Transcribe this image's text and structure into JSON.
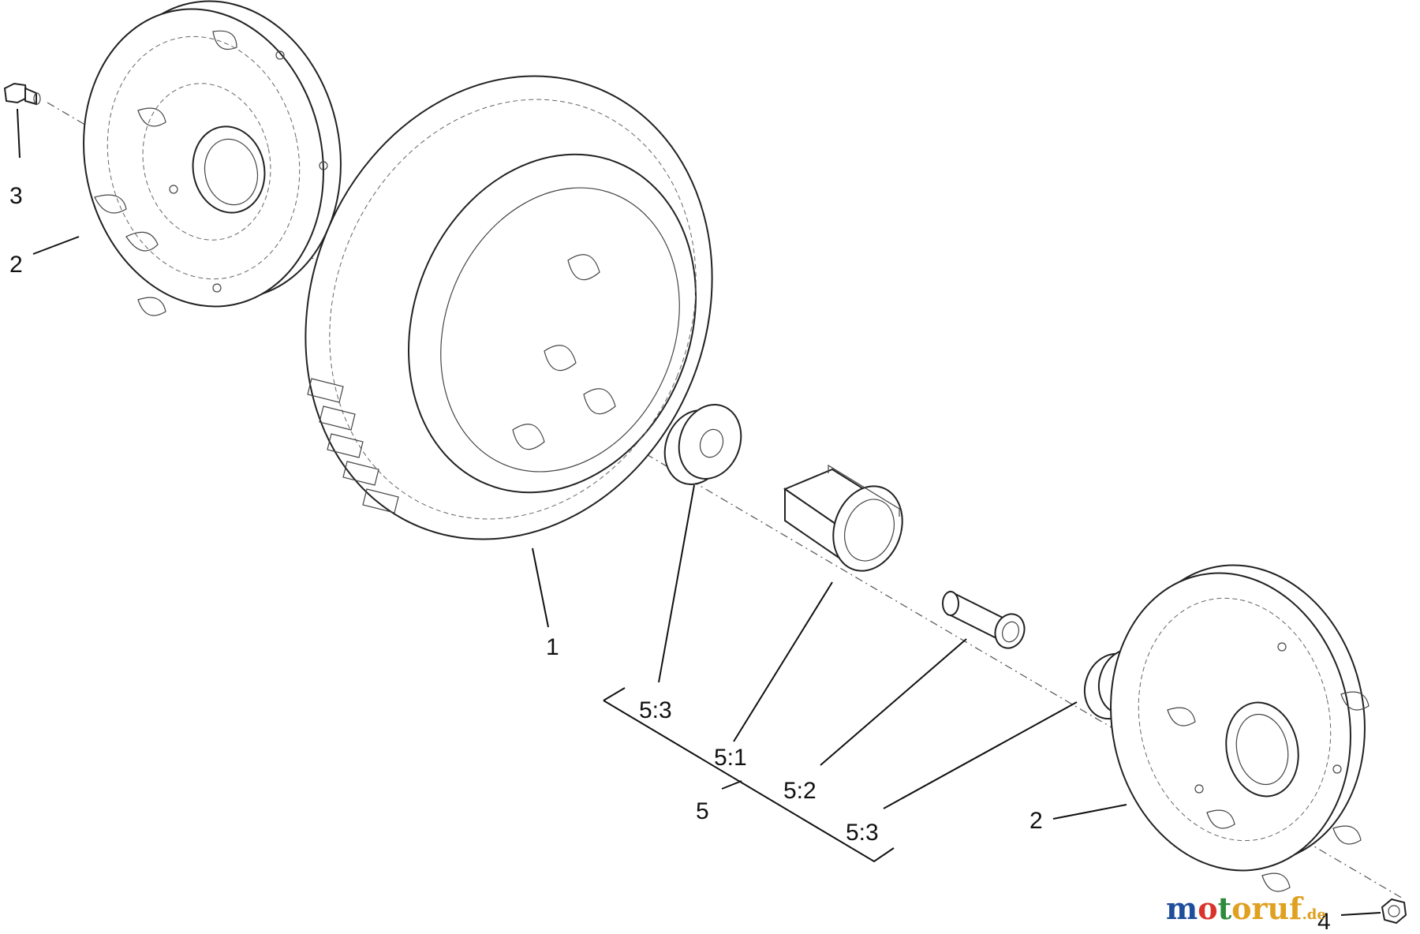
{
  "callouts": {
    "tire": "1",
    "hubcap_left": "2",
    "hubcap_right": "2",
    "bolt": "3",
    "nut": "4",
    "wheel_assembly": "5",
    "spacer_left": "5:3",
    "hub": "5:1",
    "bushing": "5:2",
    "spacer_right": "5:3"
  },
  "watermark": {
    "text": "motoruf",
    "suffix": ".de"
  },
  "colors": {
    "line": "#111111",
    "watermark_m": "#1f4e9c",
    "watermark_o": "#d9342b",
    "watermark_t": "#2e8b3d",
    "watermark_rest": "#e0a020"
  }
}
